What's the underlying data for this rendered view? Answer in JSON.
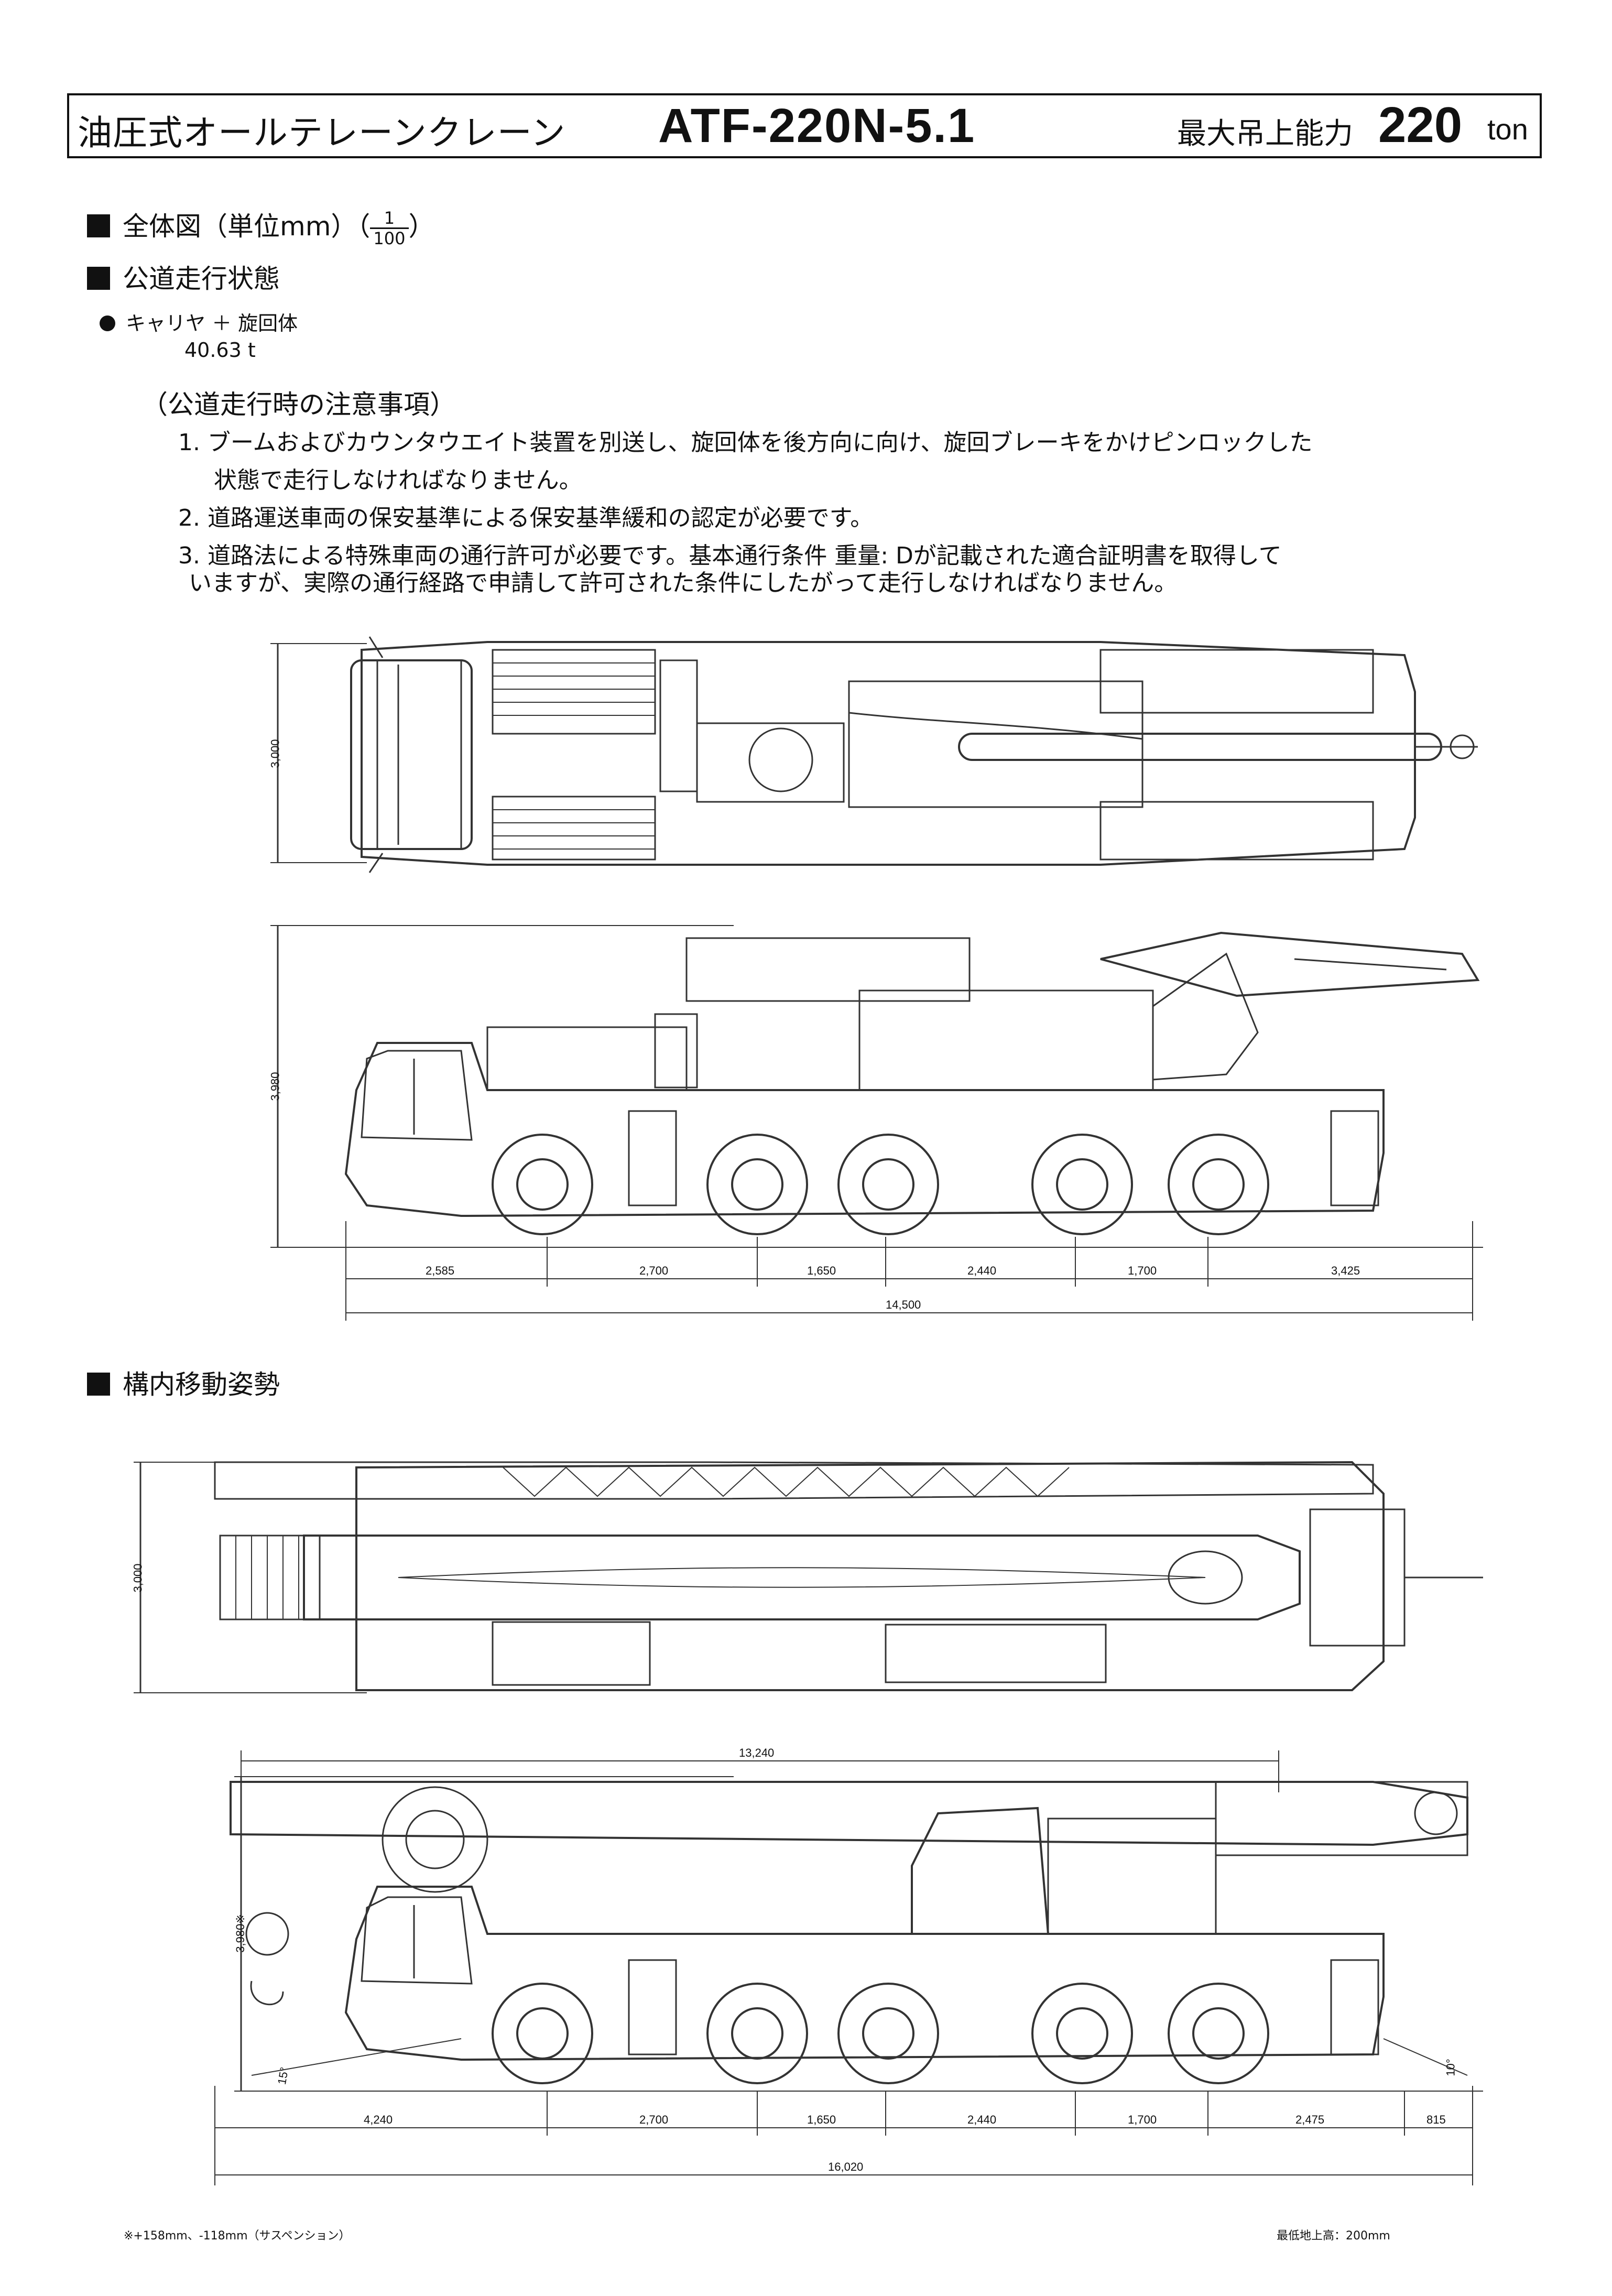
{
  "header": {
    "title_jp": "油圧式オールテレーンクレーン",
    "model": "ATF-220N-5.1",
    "capacity_label": "最大吊上能力",
    "capacity_value": "220",
    "capacity_unit": "ton"
  },
  "section_general": {
    "label": "全体図（単位mm）（",
    "scale_num": "1",
    "scale_den": "100",
    "close": "）"
  },
  "section_road": {
    "label": "公道走行状態",
    "bullet": "キャリヤ ＋ 旋回体",
    "weight": "40.63 t"
  },
  "notes": {
    "heading": "（公道走行時の注意事項）",
    "n1a": "1. ブームおよびカウンタウエイト装置を別送し、旋回体を後方向に向け、旋回ブレーキをかけピンロックした",
    "n1b": "状態で走行しなければなりません。",
    "n2": "2. 道路運送車両の保安基準による保安基準緩和の認定が必要です。",
    "n3a": "3. 道路法による特殊車両の通行許可が必要です。基本通行条件 重量: Dが記載された適合証明書を取得して",
    "n3b": "いますが、実際の通行経路で申請して許可された条件にしたがって走行しなければなりません。"
  },
  "drawing_road": {
    "width": "3,000",
    "height": "3,980",
    "segments": [
      "2,585",
      "2,700",
      "1,650",
      "2,440",
      "1,700",
      "3,425"
    ],
    "total": "14,500"
  },
  "section_site": {
    "label": "構内移動姿勢"
  },
  "drawing_site": {
    "width": "3,000",
    "height": "3,980",
    "height_mark": "※",
    "top_length": "13,240",
    "angle_front": "15°",
    "angle_rear": "10°",
    "segments": [
      "4,240",
      "2,700",
      "1,650",
      "2,440",
      "1,700",
      "2,475",
      "815"
    ],
    "total": "16,020"
  },
  "footer": {
    "note_left": "※+158mm、-118mm（サスペンション）",
    "note_right": "最低地上高：200mm"
  }
}
